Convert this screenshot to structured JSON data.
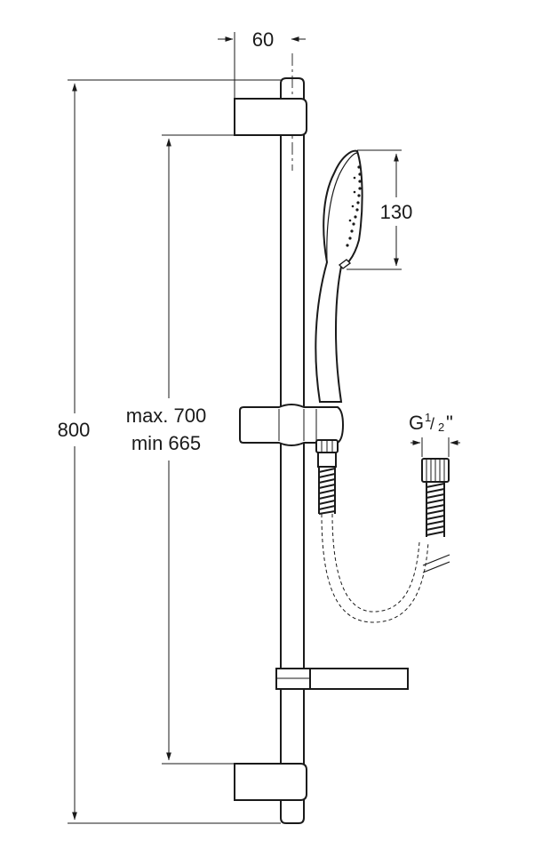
{
  "colors": {
    "ink": "#1a1a1a",
    "white": "#ffffff"
  },
  "dimensions": {
    "width_label": "60",
    "head_height_label": "130",
    "overall_length_label": "800",
    "adjust_max_label": "max. 700",
    "adjust_min_label": "min 665",
    "thread_g": "G",
    "thread_num": "1",
    "thread_den": "2",
    "thread_inch": "\""
  }
}
